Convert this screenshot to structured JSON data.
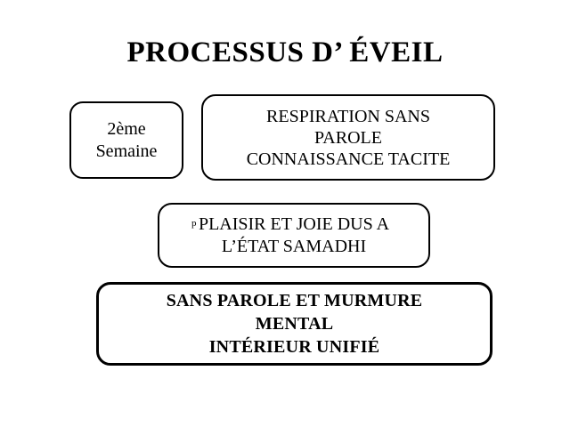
{
  "slide": {
    "title": "PROCESSUS D’ ÉVEIL",
    "background_color": "#ffffff",
    "text_color": "#000000",
    "border_color": "#000000",
    "boxes": [
      {
        "name": "semaine",
        "text": "2ème\nSemaine",
        "weight": "normal"
      },
      {
        "name": "respiration",
        "text": "RESPIRATION SANS\nPAROLE\nCONNAISSANCE TACITE",
        "weight": "normal"
      },
      {
        "name": "plaisir",
        "text": "PLAISIR ET JOIE DUS A\nL’ÉTAT  SAMADHI",
        "weight": "normal",
        "artifact_glyph": "p"
      },
      {
        "name": "sans-parole",
        "text": "SANS PAROLE ET MURMURE\nMENTAL\nINTÉRIEUR UNIFIÉ",
        "weight": "bold"
      }
    ]
  }
}
